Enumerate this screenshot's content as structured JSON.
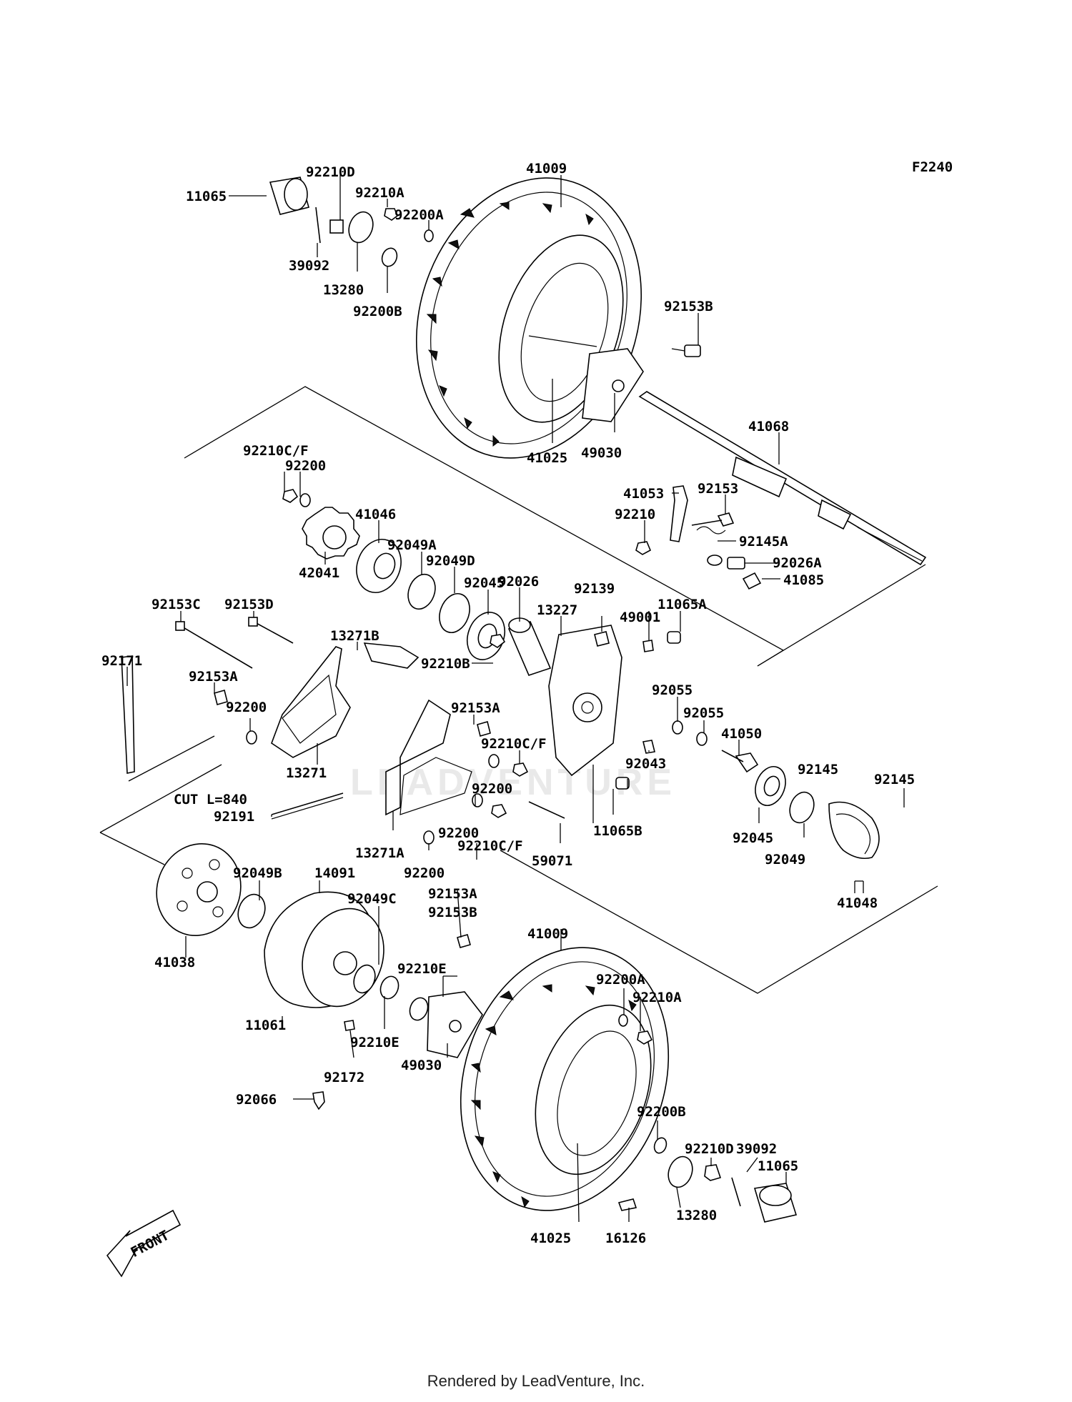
{
  "diagram": {
    "code": "F2240",
    "cut_note": "CUT L=840",
    "front_arrow": "FRONT",
    "watermark": "LEADVENTURE",
    "labels": [
      "11065",
      "92210D",
      "92210A",
      "92200A",
      "39092",
      "13280",
      "92200B",
      "41009",
      "92153B",
      "41025",
      "49030",
      "41068",
      "92210C/F",
      "92200",
      "41046",
      "92049A",
      "42041",
      "92049D",
      "92045",
      "41053",
      "92153",
      "92210",
      "92145A",
      "92026A",
      "41085",
      "92153C",
      "92153D",
      "92026",
      "13227",
      "92139",
      "11065A",
      "49001",
      "13271B",
      "92210B",
      "92171",
      "92153A",
      "92200",
      "92153A",
      "92055",
      "92055",
      "41050",
      "92210C/F",
      "92043",
      "13271",
      "CUT L=840",
      "92191",
      "92200",
      "92200",
      "11065B",
      "92145",
      "92145",
      "92045",
      "92049",
      "41048",
      "13271A",
      "92210C/F",
      "59071",
      "92200",
      "92049B",
      "14091",
      "92049C",
      "92153A",
      "92153B",
      "41038",
      "41009",
      "92200A",
      "92210A",
      "92210E",
      "11061",
      "92210E",
      "92172",
      "49030",
      "92066",
      "92200B",
      "92210D",
      "39092",
      "11065",
      "13280",
      "41025",
      "16126"
    ]
  },
  "footer": {
    "text": "Rendered by LeadVenture, Inc."
  }
}
